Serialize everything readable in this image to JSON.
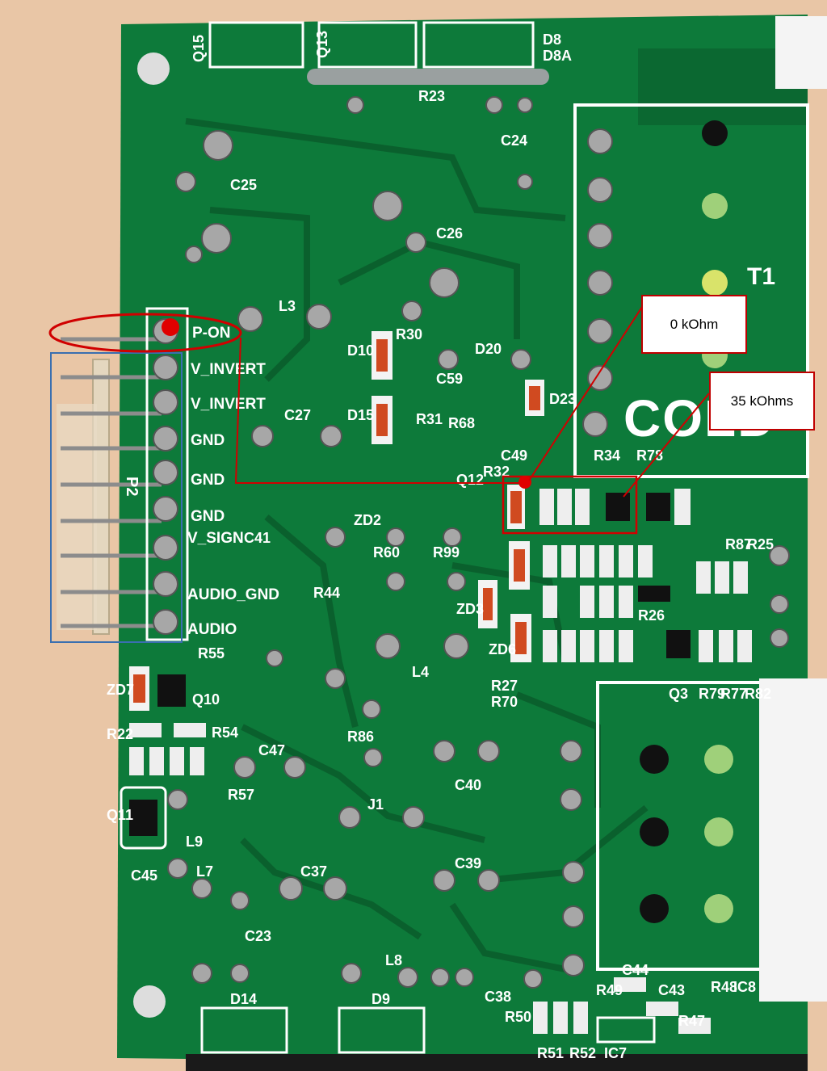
{
  "colors": {
    "board": "#0d7a3a",
    "board_dark": "#0a5c2b",
    "silkscreen": "#ffffff",
    "annotation_red": "#d00000",
    "connector_box": "#3a6fb0",
    "background": "#e9c6a6"
  },
  "callouts": {
    "resistance_a": "0 kOhm",
    "resistance_b": "35 kOhms"
  },
  "connector": {
    "designator": "P2",
    "pins": [
      "P-ON",
      "V_INVERT",
      "V_INVERT",
      "GND",
      "GND",
      "GND",
      "V_SIGN",
      "AUDIO_GND",
      "AUDIO"
    ]
  },
  "board_labels": {
    "transformer": "T1",
    "cold_zone": "COLD",
    "parts": [
      "Q15",
      "Q13",
      "D8",
      "D8A",
      "R23",
      "C24",
      "C25",
      "C26",
      "L3",
      "R30",
      "D10",
      "D15",
      "R31",
      "D20",
      "C59",
      "R68",
      "D23",
      "C27",
      "C49",
      "R34",
      "R78",
      "R32",
      "Q12",
      "C41",
      "R44",
      "R60",
      "R99",
      "ZD3",
      "ZD2",
      "ZD6",
      "L4",
      "R55",
      "ZD7",
      "Q10",
      "R54",
      "R22",
      "R86",
      "C47",
      "R57",
      "C40",
      "J1",
      "Q11",
      "L9",
      "C45",
      "L7",
      "C37",
      "C39",
      "C23",
      "L8",
      "C38",
      "R50",
      "D14",
      "D9",
      "C44",
      "C43",
      "R49",
      "R48",
      "IC8",
      "R47",
      "R51",
      "R52",
      "IC7",
      "Q3",
      "R79",
      "R77",
      "R82",
      "R25",
      "R87",
      "R26",
      "R27",
      "R70"
    ]
  }
}
